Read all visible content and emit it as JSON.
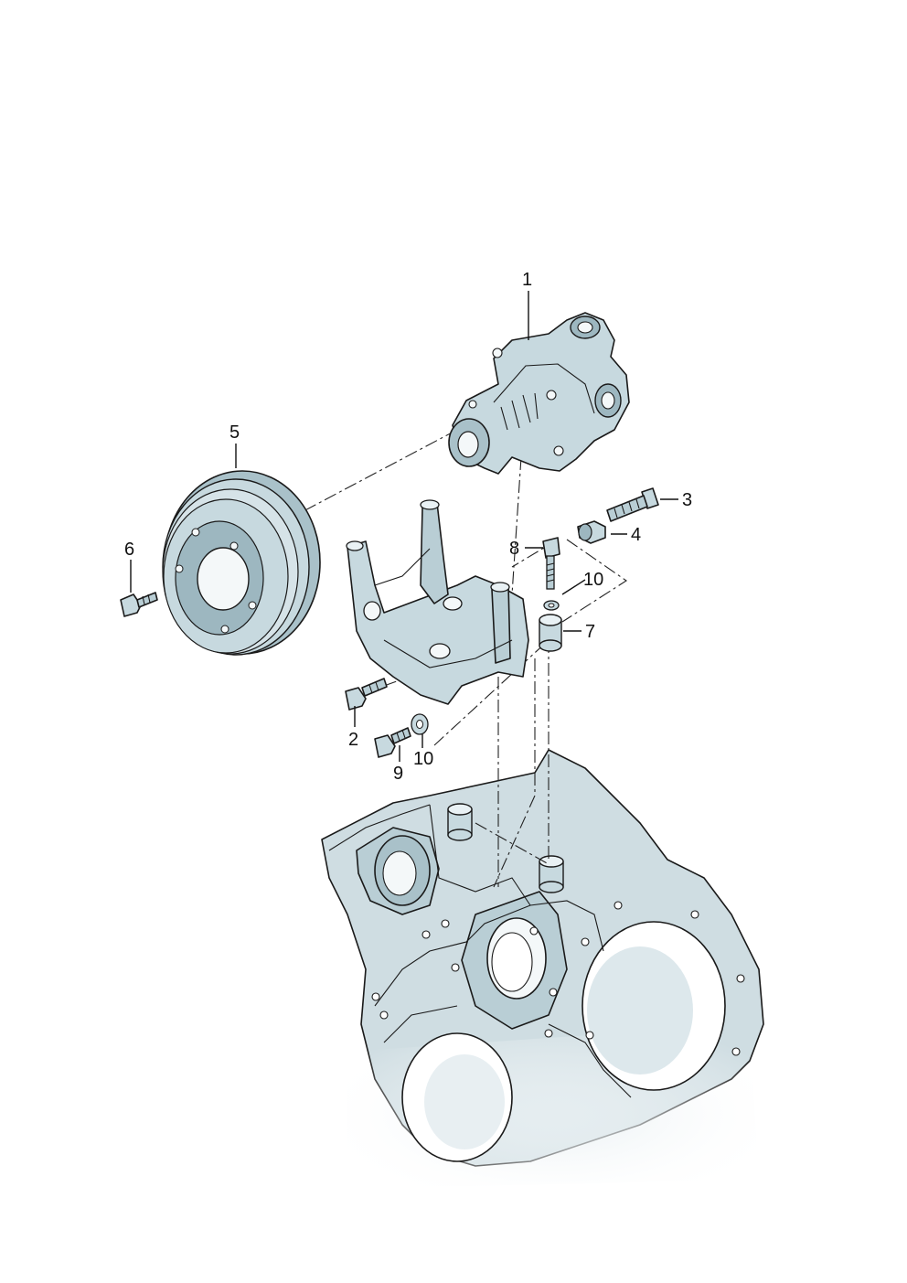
{
  "diagram": {
    "colors": {
      "part_fill": "#c7d9df",
      "part_shadow": "#8aa8b3",
      "block_fill": "#cfdde2",
      "block_dark": "#93b0ba",
      "line": "#1a1a1a"
    },
    "callouts": [
      {
        "id": "1",
        "label": "1"
      },
      {
        "id": "2",
        "label": "2"
      },
      {
        "id": "3",
        "label": "3"
      },
      {
        "id": "4",
        "label": "4"
      },
      {
        "id": "5",
        "label": "5"
      },
      {
        "id": "6",
        "label": "6"
      },
      {
        "id": "7",
        "label": "7"
      },
      {
        "id": "8",
        "label": "8"
      },
      {
        "id": "9",
        "label": "9"
      },
      {
        "id": "10a",
        "label": "10"
      },
      {
        "id": "10b",
        "label": "10"
      }
    ]
  }
}
